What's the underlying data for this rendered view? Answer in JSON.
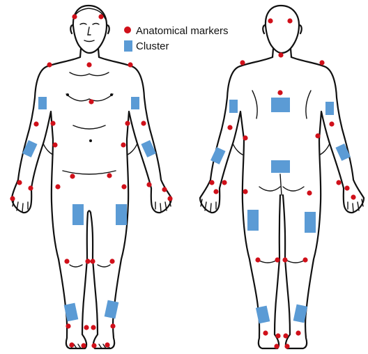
{
  "legend": {
    "marker_label": "Anatomical markers",
    "cluster_label": "Cluster"
  },
  "colors": {
    "marker": "#d0101a",
    "cluster": "#5b9bd5",
    "outline": "#111111",
    "background": "#ffffff"
  },
  "figures": [
    "front-view",
    "back-view"
  ]
}
